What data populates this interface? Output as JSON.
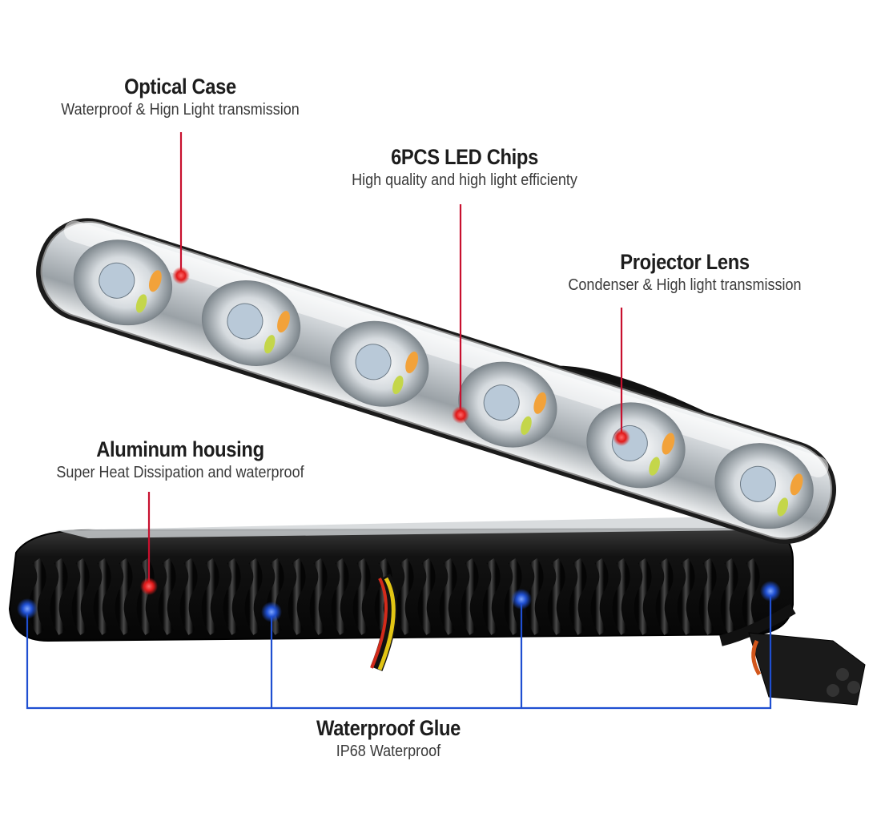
{
  "callouts": {
    "optical_case": {
      "title": "Optical Case",
      "subtitle": "Waterproof & Hign Light transmission"
    },
    "led_chips": {
      "title": "6PCS LED Chips",
      "subtitle": "High quality and high light efficienty"
    },
    "projector_lens": {
      "title": "Projector Lens",
      "subtitle": "Condenser & High light transmission"
    },
    "aluminum_housing": {
      "title": "Aluminum housing",
      "subtitle": "Super Heat Dissipation and waterproof"
    },
    "waterproof_glue": {
      "title": "Waterproof Glue",
      "subtitle": "IP68 Waterproof"
    }
  },
  "colors": {
    "red_callout": "#c8102e",
    "blue_callout": "#1f4fd1",
    "housing": "#141414",
    "lens_glass": "#d9dde0"
  },
  "icons": [
    "red-marker-dot",
    "blue-marker-dot"
  ]
}
